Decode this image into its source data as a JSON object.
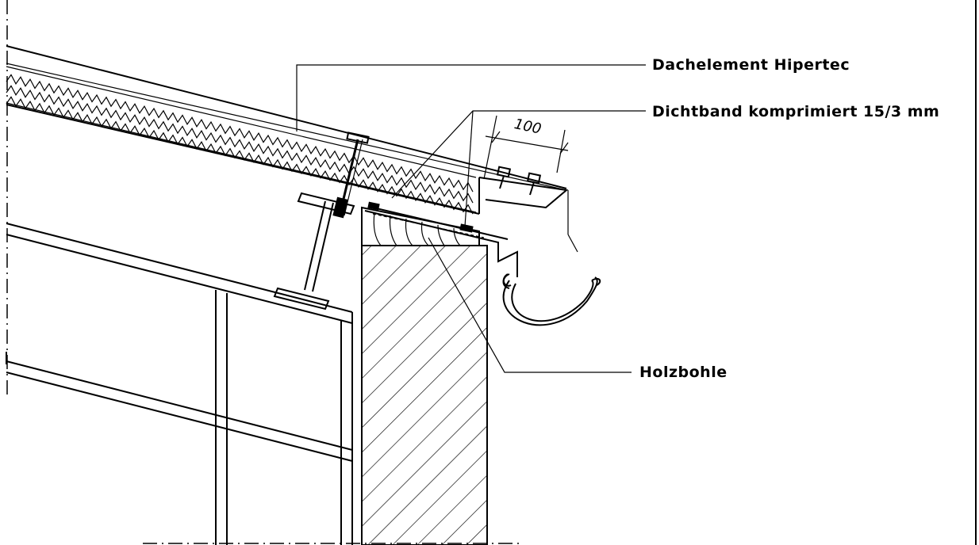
{
  "labels": {
    "roof_element": "Dachelement Hipertec",
    "sealing_tape": "Dichtband komprimiert 15/3 mm",
    "timber_plank": "Holzbohle",
    "dimension_overhang": "100"
  },
  "colors": {
    "line": "#000000",
    "background": "#ffffff"
  }
}
